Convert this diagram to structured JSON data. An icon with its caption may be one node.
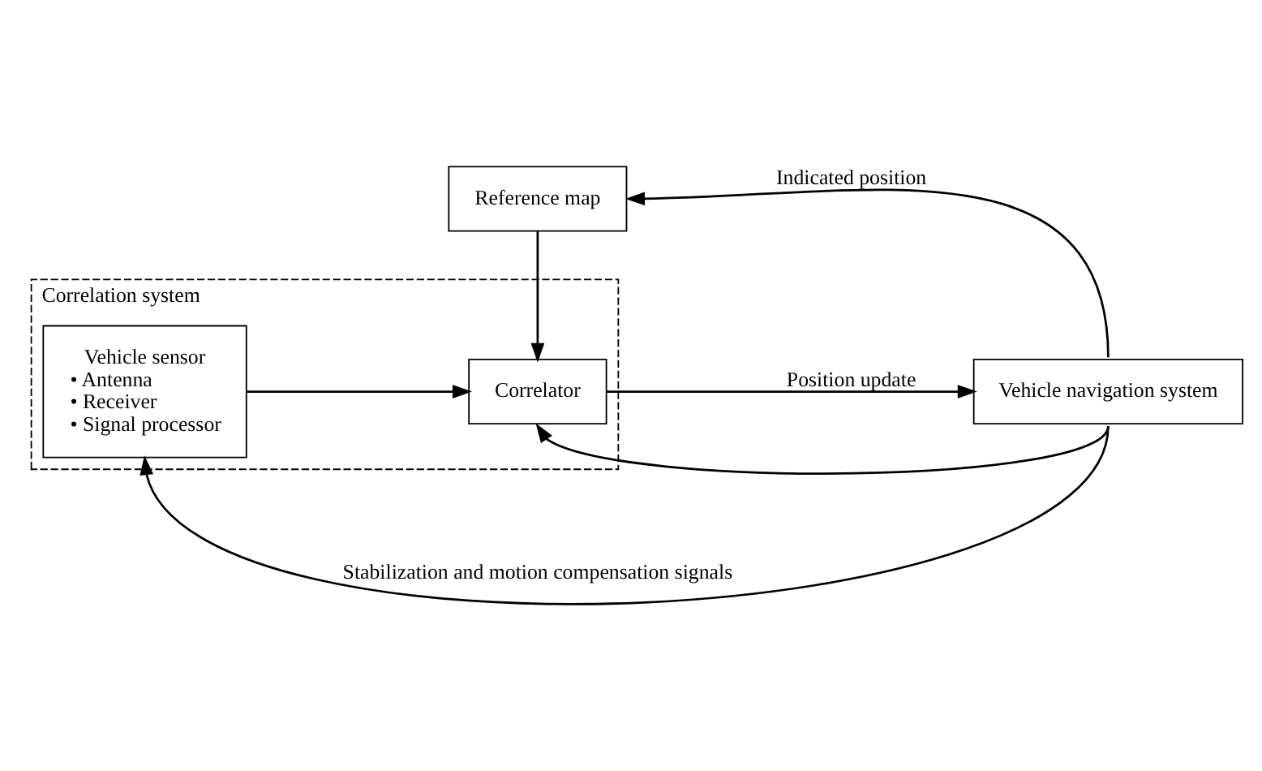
{
  "diagram": {
    "nodes": [
      {
        "text": [
          "Reference map"
        ]
      },
      {
        "text": [
          "Correlation system"
        ]
      },
      {
        "text": [
          "Vehicle sensor",
          "• Antenna",
          "• Receiver",
          "• Signal processor"
        ],
        "in": 1
      },
      {
        "text": [
          "Correlator"
        ],
        "in": 1
      },
      {
        "text": [
          "Vehicle navigation system"
        ]
      }
    ],
    "edges": [
      {
        "from": 0,
        "to": 3,
        "arrow": "to"
      },
      {
        "from": 2,
        "to": 3,
        "arrow": "to"
      },
      {
        "from": 3,
        "to": 4,
        "arrow": "to",
        "label": "Position update"
      },
      {
        "from": 4,
        "to": 0,
        "arrow": "to",
        "label": "Indicated position"
      },
      {
        "from": 4,
        "to": 2,
        "arrow": "to",
        "label": "Stabilization and motion compensation signals"
      },
      {
        "from": 4,
        "to": 3,
        "arrow": "to"
      }
    ]
  }
}
